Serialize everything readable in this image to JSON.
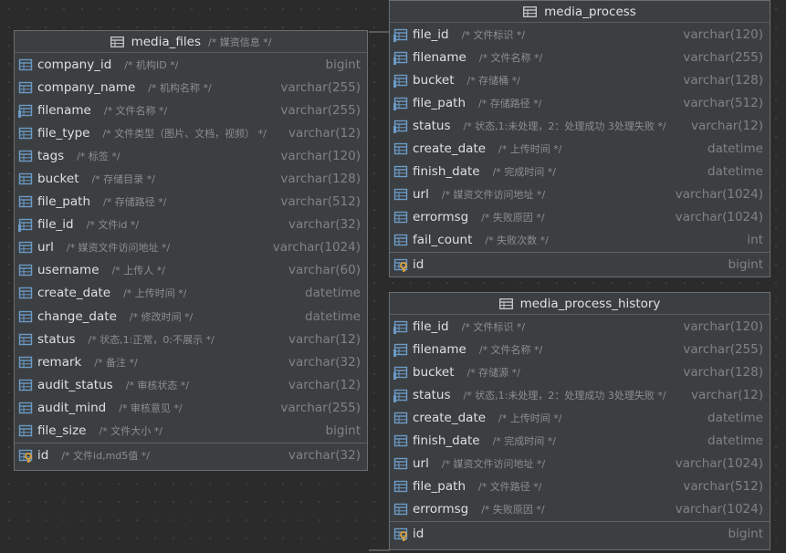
{
  "tables": {
    "media_files": {
      "name": "media_files",
      "comment": "/* 媒资信息 */",
      "columns": [
        {
          "name": "company_id",
          "comment": "/* 机构ID */",
          "type": "bigint",
          "icon": "column-icon"
        },
        {
          "name": "company_name",
          "comment": "/* 机构名称 */",
          "type": "varchar(255)",
          "icon": "column-icon"
        },
        {
          "name": "filename",
          "comment": "/* 文件名称 */",
          "type": "varchar(255)",
          "icon": "indexed-column-icon"
        },
        {
          "name": "file_type",
          "comment": "/* 文件类型（图片、文档，视频） */",
          "type": "varchar(12)",
          "icon": "column-icon"
        },
        {
          "name": "tags",
          "comment": "/* 标签 */",
          "type": "varchar(120)",
          "icon": "column-icon"
        },
        {
          "name": "bucket",
          "comment": "/* 存储目录 */",
          "type": "varchar(128)",
          "icon": "column-icon"
        },
        {
          "name": "file_path",
          "comment": "/* 存储路径 */",
          "type": "varchar(512)",
          "icon": "column-icon"
        },
        {
          "name": "file_id",
          "comment": "/* 文件id */",
          "type": "varchar(32)",
          "icon": "indexed-column-icon"
        },
        {
          "name": "url",
          "comment": "/* 媒资文件访问地址 */",
          "type": "varchar(1024)",
          "icon": "column-icon"
        },
        {
          "name": "username",
          "comment": "/* 上传人 */",
          "type": "varchar(60)",
          "icon": "column-icon"
        },
        {
          "name": "create_date",
          "comment": "/* 上传时间 */",
          "type": "datetime",
          "icon": "column-icon"
        },
        {
          "name": "change_date",
          "comment": "/* 修改时间 */",
          "type": "datetime",
          "icon": "column-icon"
        },
        {
          "name": "status",
          "comment": "/* 状态,1:正常，0:不展示 */",
          "type": "varchar(12)",
          "icon": "column-icon"
        },
        {
          "name": "remark",
          "comment": "/* 备注 */",
          "type": "varchar(32)",
          "icon": "column-icon"
        },
        {
          "name": "audit_status",
          "comment": "/* 审核状态 */",
          "type": "varchar(12)",
          "icon": "column-icon"
        },
        {
          "name": "audit_mind",
          "comment": "/* 审核意见 */",
          "type": "varchar(255)",
          "icon": "column-icon"
        },
        {
          "name": "file_size",
          "comment": "/* 文件大小 */",
          "type": "bigint",
          "icon": "column-icon"
        }
      ],
      "primary_key": {
        "name": "id",
        "comment": "/* 文件id,md5值 */",
        "type": "varchar(32)",
        "icon": "primary-key-icon"
      }
    },
    "media_process": {
      "name": "media_process",
      "comment": "",
      "columns": [
        {
          "name": "file_id",
          "comment": "/* 文件标识 */",
          "type": "varchar(120)",
          "icon": "indexed-column-icon"
        },
        {
          "name": "filename",
          "comment": "/* 文件名称 */",
          "type": "varchar(255)",
          "icon": "indexed-column-icon"
        },
        {
          "name": "bucket",
          "comment": "/* 存储桶 */",
          "type": "varchar(128)",
          "icon": "indexed-column-icon"
        },
        {
          "name": "file_path",
          "comment": "/* 存储路径 */",
          "type": "varchar(512)",
          "icon": "indexed-column-icon"
        },
        {
          "name": "status",
          "comment": "/* 状态,1:未处理，2：处理成功  3处理失败 */",
          "type": "varchar(12)",
          "icon": "indexed-column-icon"
        },
        {
          "name": "create_date",
          "comment": "/* 上传时间 */",
          "type": "datetime",
          "icon": "column-icon"
        },
        {
          "name": "finish_date",
          "comment": "/* 完成时间 */",
          "type": "datetime",
          "icon": "column-icon"
        },
        {
          "name": "url",
          "comment": "/* 媒资文件访问地址 */",
          "type": "varchar(1024)",
          "icon": "column-icon"
        },
        {
          "name": "errormsg",
          "comment": "/* 失败原因 */",
          "type": "varchar(1024)",
          "icon": "column-icon"
        },
        {
          "name": "fail_count",
          "comment": "/* 失败次数 */",
          "type": "int",
          "icon": "column-icon"
        }
      ],
      "primary_key": {
        "name": "id",
        "comment": "",
        "type": "bigint",
        "icon": "primary-key-icon"
      }
    },
    "media_process_history": {
      "name": "media_process_history",
      "comment": "",
      "columns": [
        {
          "name": "file_id",
          "comment": "/* 文件标识 */",
          "type": "varchar(120)",
          "icon": "indexed-column-icon"
        },
        {
          "name": "filename",
          "comment": "/* 文件名称 */",
          "type": "varchar(255)",
          "icon": "indexed-column-icon"
        },
        {
          "name": "bucket",
          "comment": "/* 存储源 */",
          "type": "varchar(128)",
          "icon": "indexed-column-icon"
        },
        {
          "name": "status",
          "comment": "/* 状态,1:未处理，2：处理成功  3处理失败 */",
          "type": "varchar(12)",
          "icon": "indexed-column-icon"
        },
        {
          "name": "create_date",
          "comment": "/* 上传时间 */",
          "type": "datetime",
          "icon": "column-icon"
        },
        {
          "name": "finish_date",
          "comment": "/* 完成时间 */",
          "type": "datetime",
          "icon": "column-icon"
        },
        {
          "name": "url",
          "comment": "/* 媒资文件访问地址 */",
          "type": "varchar(1024)",
          "icon": "column-icon"
        },
        {
          "name": "file_path",
          "comment": "/* 文件路径 */",
          "type": "varchar(512)",
          "icon": "column-icon"
        },
        {
          "name": "errormsg",
          "comment": "/* 失败原因 */",
          "type": "varchar(1024)",
          "icon": "column-icon"
        }
      ],
      "primary_key": {
        "name": "id",
        "comment": "",
        "type": "bigint",
        "icon": "primary-key-icon"
      }
    }
  },
  "colors": {
    "canvas": "#2b2b2b",
    "table_background": "#3c3f41",
    "table_border": "#6b6e70",
    "icon_blue": "#6b9bc7",
    "key_gold": "#e0a33c"
  }
}
